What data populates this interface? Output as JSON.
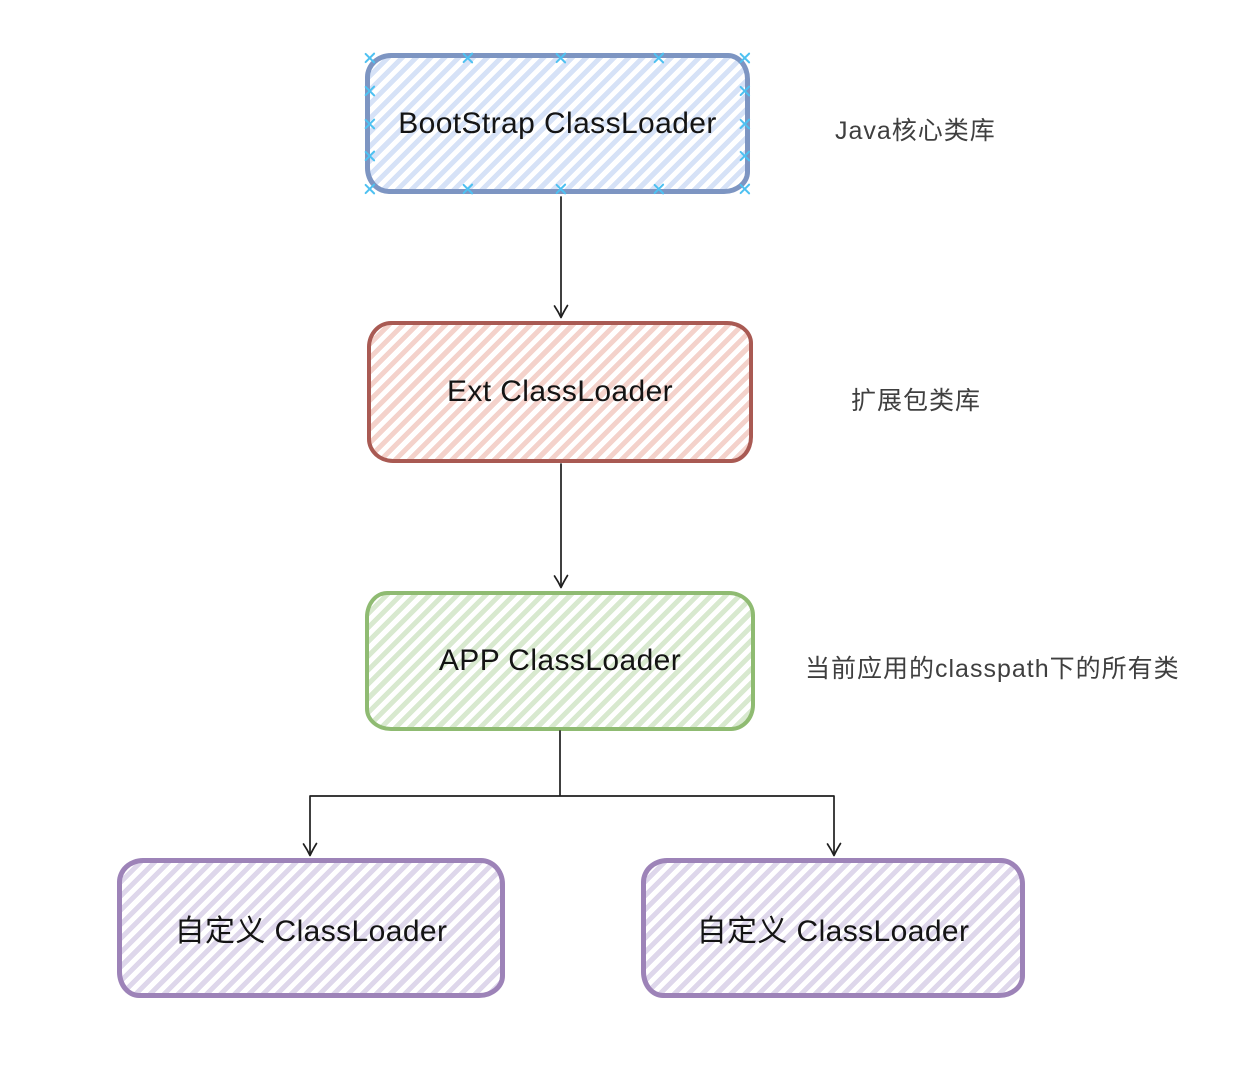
{
  "diagram": {
    "type": "flowchart",
    "subject": "Java ClassLoader hierarchy",
    "background_color": "#ffffff",
    "arrow_color": "#1f1f1f",
    "annotation_text_color": "#3f3f3f",
    "node_text_color": "#141414",
    "selection_handle_color": "#4ec1f1",
    "icons": {
      "selection_handle": "x-cross"
    },
    "nodes": {
      "bootstrap": {
        "label": "BootStrap ClassLoader",
        "annotation": "Java核心类库",
        "border_color": "#7d95c2",
        "hatch_color": "#d6e2f7",
        "selected": true
      },
      "ext": {
        "label": "Ext ClassLoader",
        "annotation": "扩展包类库",
        "border_color": "#a95a53",
        "hatch_color": "#f4d2cb",
        "selected": false
      },
      "app": {
        "label": "APP ClassLoader",
        "annotation": "当前应用的classpath下的所有类",
        "border_color": "#8fbb72",
        "hatch_color": "#d8e9cf",
        "selected": false
      },
      "custom_left": {
        "label": "自定义 ClassLoader",
        "annotation": "",
        "border_color": "#9d83b8",
        "hatch_color": "#ded7eb",
        "selected": false
      },
      "custom_right": {
        "label": "自定义 ClassLoader",
        "annotation": "",
        "border_color": "#9d83b8",
        "hatch_color": "#ded7eb",
        "selected": false
      }
    },
    "edges": [
      {
        "from": "bootstrap",
        "to": "ext",
        "style": "straight-arrow-down"
      },
      {
        "from": "ext",
        "to": "app",
        "style": "straight-arrow-down"
      },
      {
        "from": "app",
        "to": "custom_left",
        "style": "elbow-arrow-down"
      },
      {
        "from": "app",
        "to": "custom_right",
        "style": "elbow-arrow-down"
      }
    ]
  }
}
